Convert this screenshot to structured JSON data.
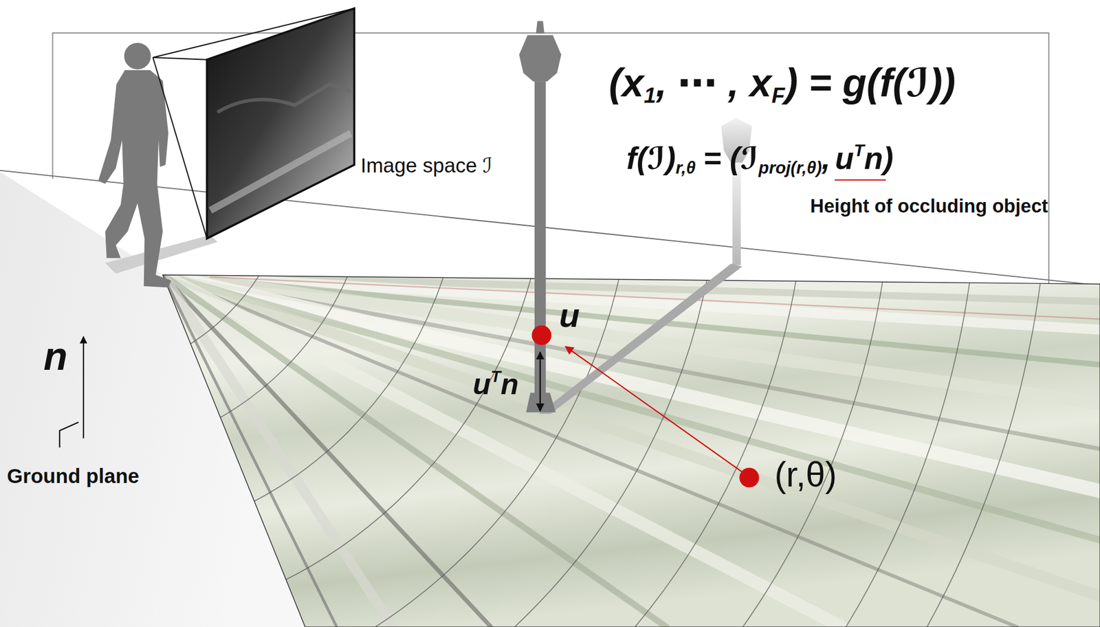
{
  "diagram": {
    "labels": [
      "(x",
      "1",
      ", ⋯ , x",
      "F",
      ") = g(f(ℐ))",
      "f(ℐ)",
      "r,θ",
      "= (ℐ",
      "proj(r,θ)",
      ",",
      "u",
      "T",
      "n)",
      "Height of occluding object",
      "Image space ℐ",
      "u",
      "u",
      "T",
      "n",
      "(r,θ)",
      "n",
      "Ground plane"
    ]
  }
}
